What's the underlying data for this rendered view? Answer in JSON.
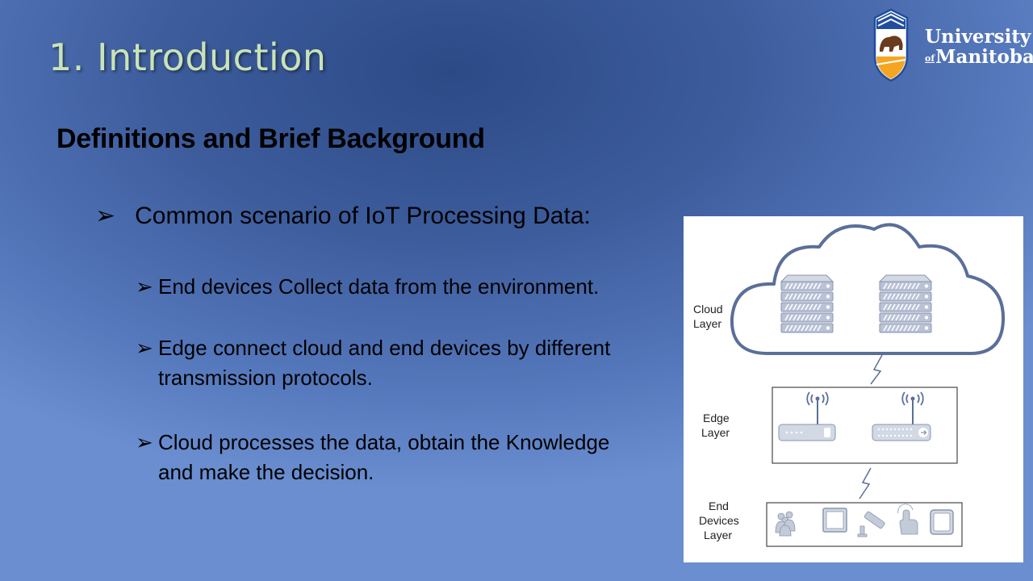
{
  "slide": {
    "title": "1. Introduction",
    "subtitle": "Definitions and Brief Background",
    "main_bullet": "Common scenario of IoT Processing  Data:",
    "bullet_marker": "➢",
    "sub_bullets": [
      {
        "lines": [
          "End devices Collect data from the environment."
        ]
      },
      {
        "lines": [
          "Edge connect cloud and end devices by different",
          "transmission protocols."
        ]
      },
      {
        "lines": [
          "Cloud processes the data, obtain  the Knowledge",
          "and make the decision."
        ]
      }
    ]
  },
  "logo": {
    "line1": "University",
    "of": "of",
    "line2": "Manitoba",
    "colors": {
      "blue": "#1f4ea0",
      "gold": "#f4a623",
      "brown": "#6b3b1e"
    }
  },
  "diagram": {
    "cloud_label": [
      "Cloud",
      "Layer"
    ],
    "edge_label": [
      "Edge",
      "Layer"
    ],
    "end_label": [
      "End",
      "Devices",
      "Layer"
    ],
    "colors": {
      "outline": "#5a6f99",
      "device": "#b9c2d6",
      "box": "#555555"
    }
  }
}
